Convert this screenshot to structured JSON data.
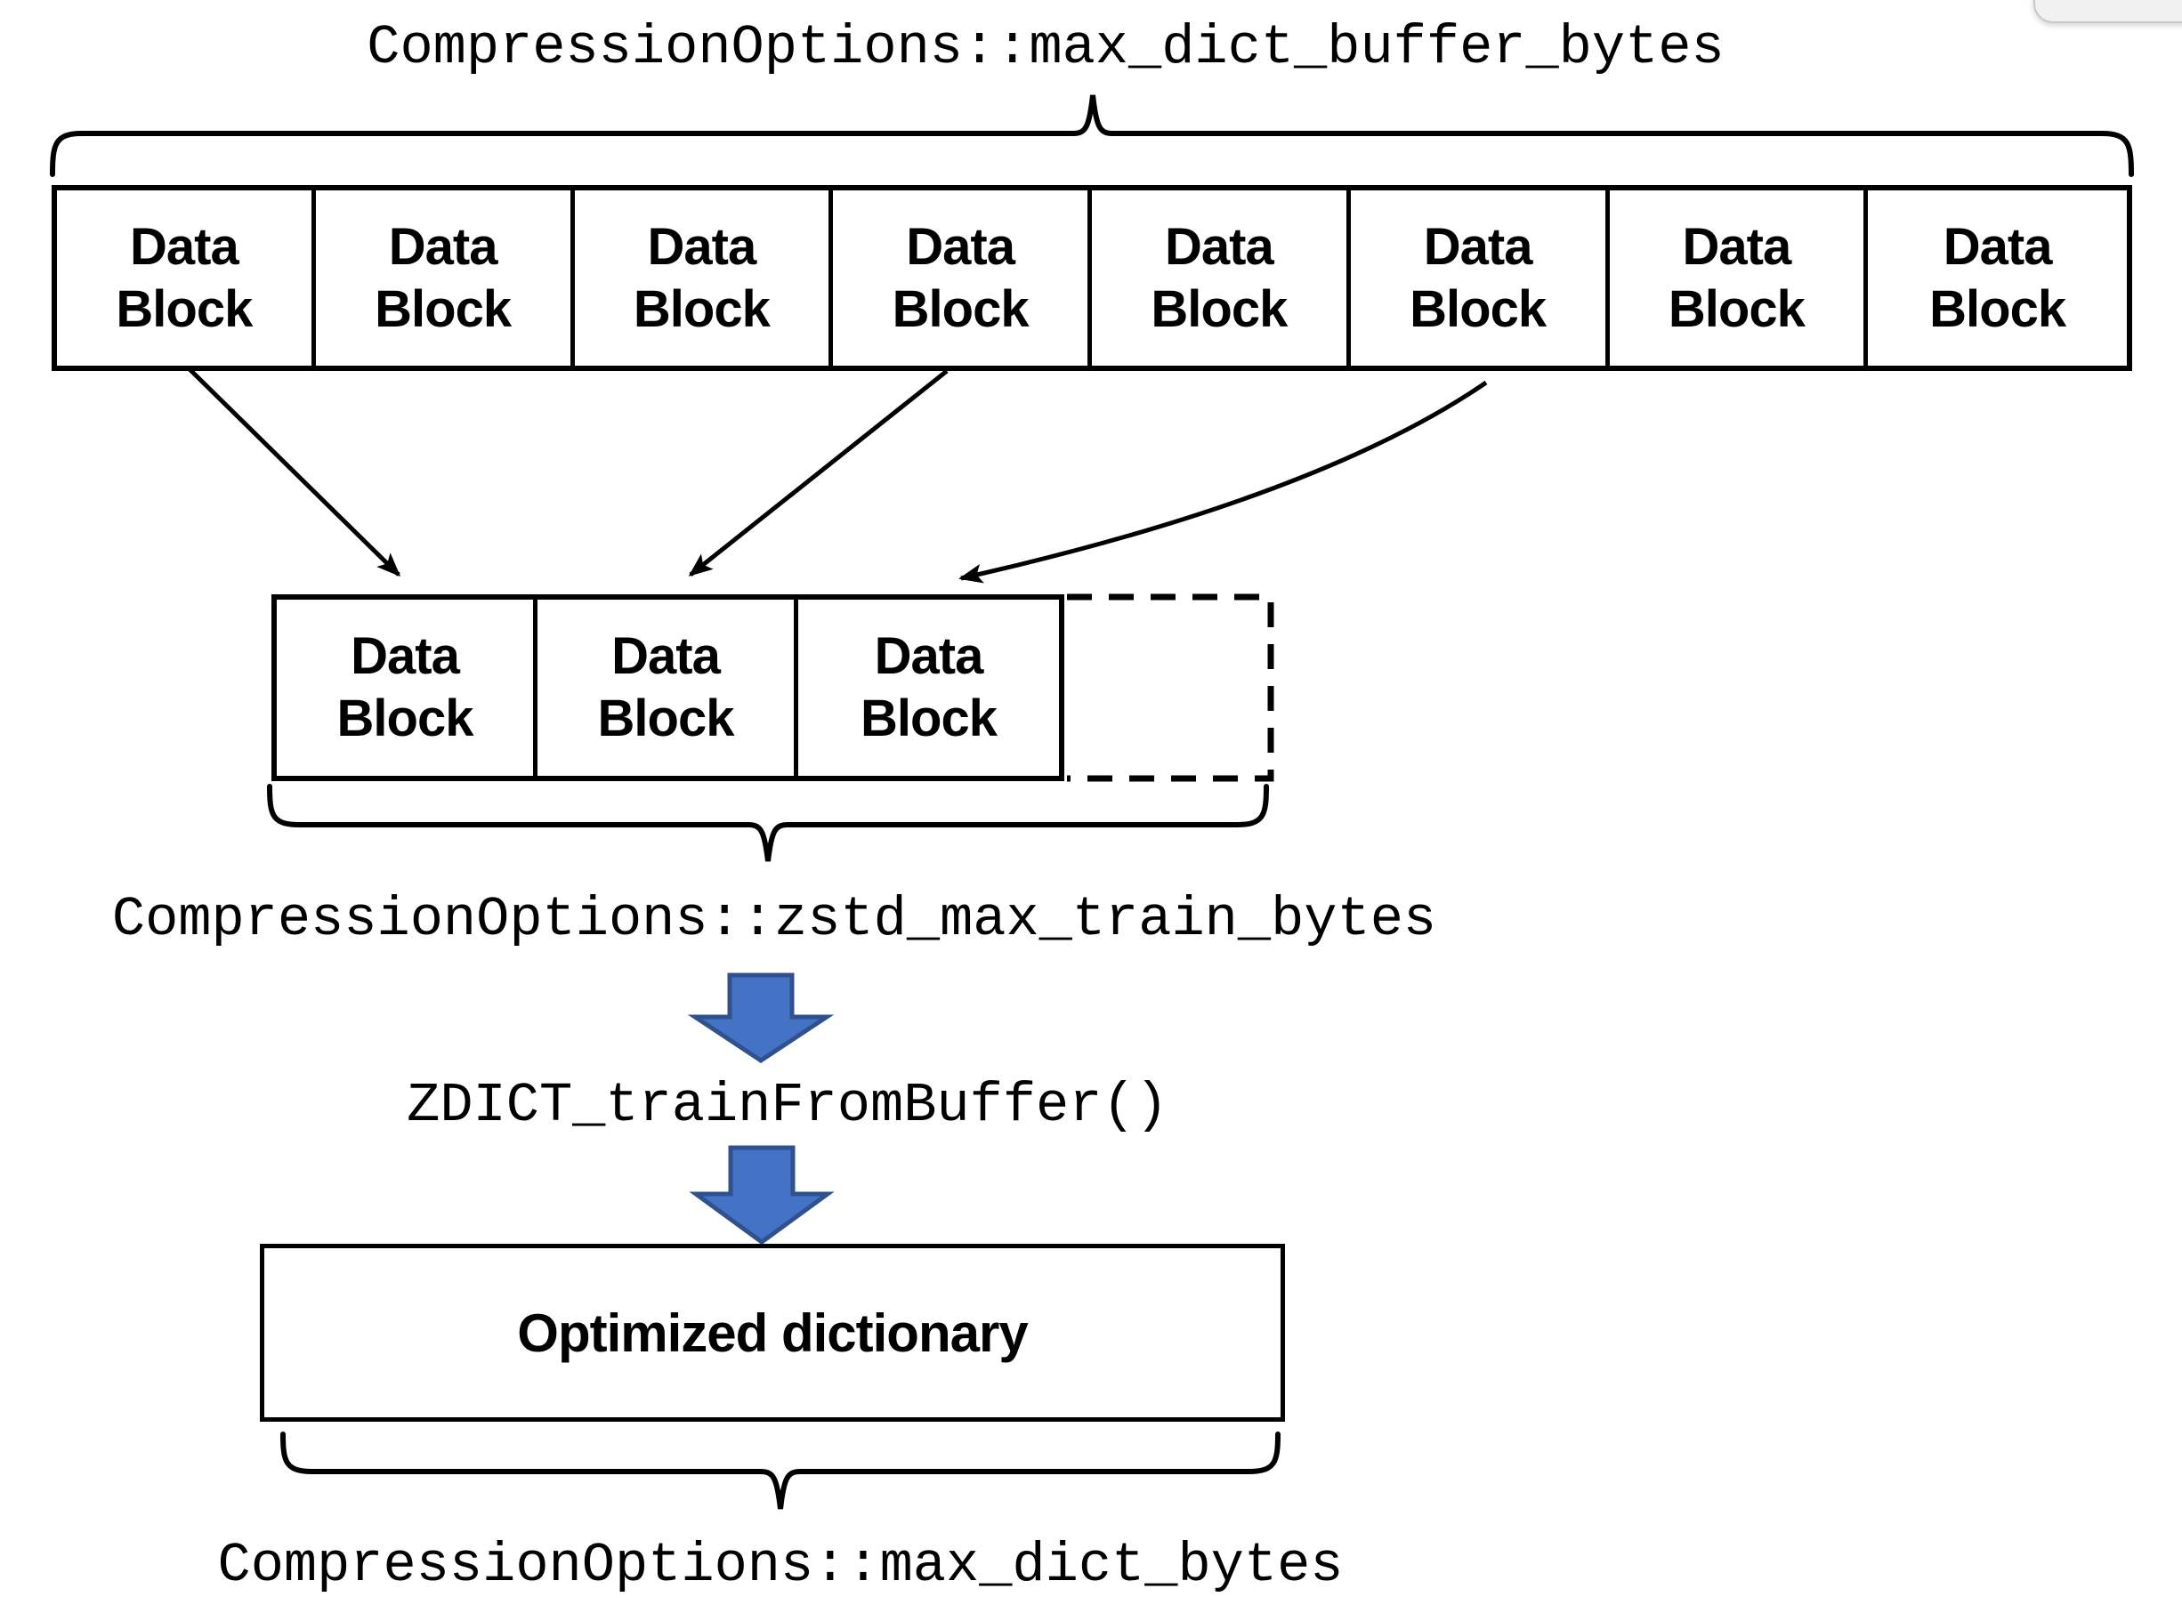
{
  "diagram": {
    "top_label": "CompressionOptions::max_dict_buffer_bytes",
    "buffer_row": {
      "blocks": [
        {
          "line1": "Data",
          "line2": "Block"
        },
        {
          "line1": "Data",
          "line2": "Block"
        },
        {
          "line1": "Data",
          "line2": "Block"
        },
        {
          "line1": "Data",
          "line2": "Block"
        },
        {
          "line1": "Data",
          "line2": "Block"
        },
        {
          "line1": "Data",
          "line2": "Block"
        },
        {
          "line1": "Data",
          "line2": "Block"
        },
        {
          "line1": "Data",
          "line2": "Block"
        }
      ]
    },
    "sample_row": {
      "blocks": [
        {
          "line1": "Data",
          "line2": "Block"
        },
        {
          "line1": "Data",
          "line2": "Block"
        },
        {
          "line1": "Data",
          "line2": "Block"
        }
      ],
      "has_empty_dashed_slot": true
    },
    "train_label": "CompressionOptions::zstd_max_train_bytes",
    "function_label": "ZDICT_trainFromBuffer()",
    "dictionary_label": "Optimized dictionary",
    "bottom_label": "CompressionOptions::max_dict_bytes"
  },
  "colors": {
    "line": "#000000",
    "text": "#000000",
    "blue_arrow_fill": "#4472C4",
    "blue_arrow_stroke": "#2F528F",
    "notch_fill": "#f1f1f2",
    "notch_border": "#c7c7ca",
    "background": "#ffffff"
  }
}
